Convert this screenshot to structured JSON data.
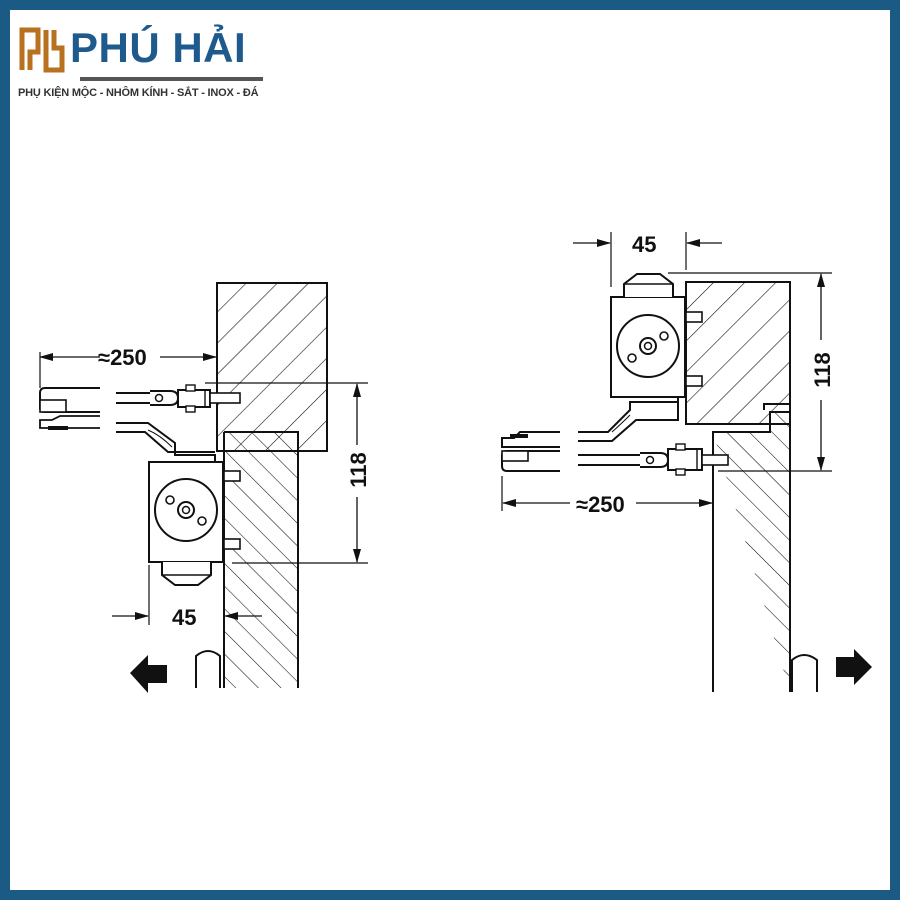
{
  "brand": {
    "name": "PHÚ HẢI",
    "tagline": "PHỤ KIỆN MỘC - NHÔM KÍNH - SẮT - INOX - ĐÁ",
    "brand_color": "#1e5a8c",
    "logo_mark_color": "#b8711e",
    "frame_color": "#1a5a85"
  },
  "diagram": {
    "left_view": {
      "arm_length_label": "≈250",
      "height_label": "118",
      "width_label": "45",
      "opening_direction": "left-arrow-icon"
    },
    "right_view": {
      "arm_length_label": "≈250",
      "height_label": "118",
      "width_label": "45",
      "opening_direction": "right-arrow-icon"
    }
  }
}
